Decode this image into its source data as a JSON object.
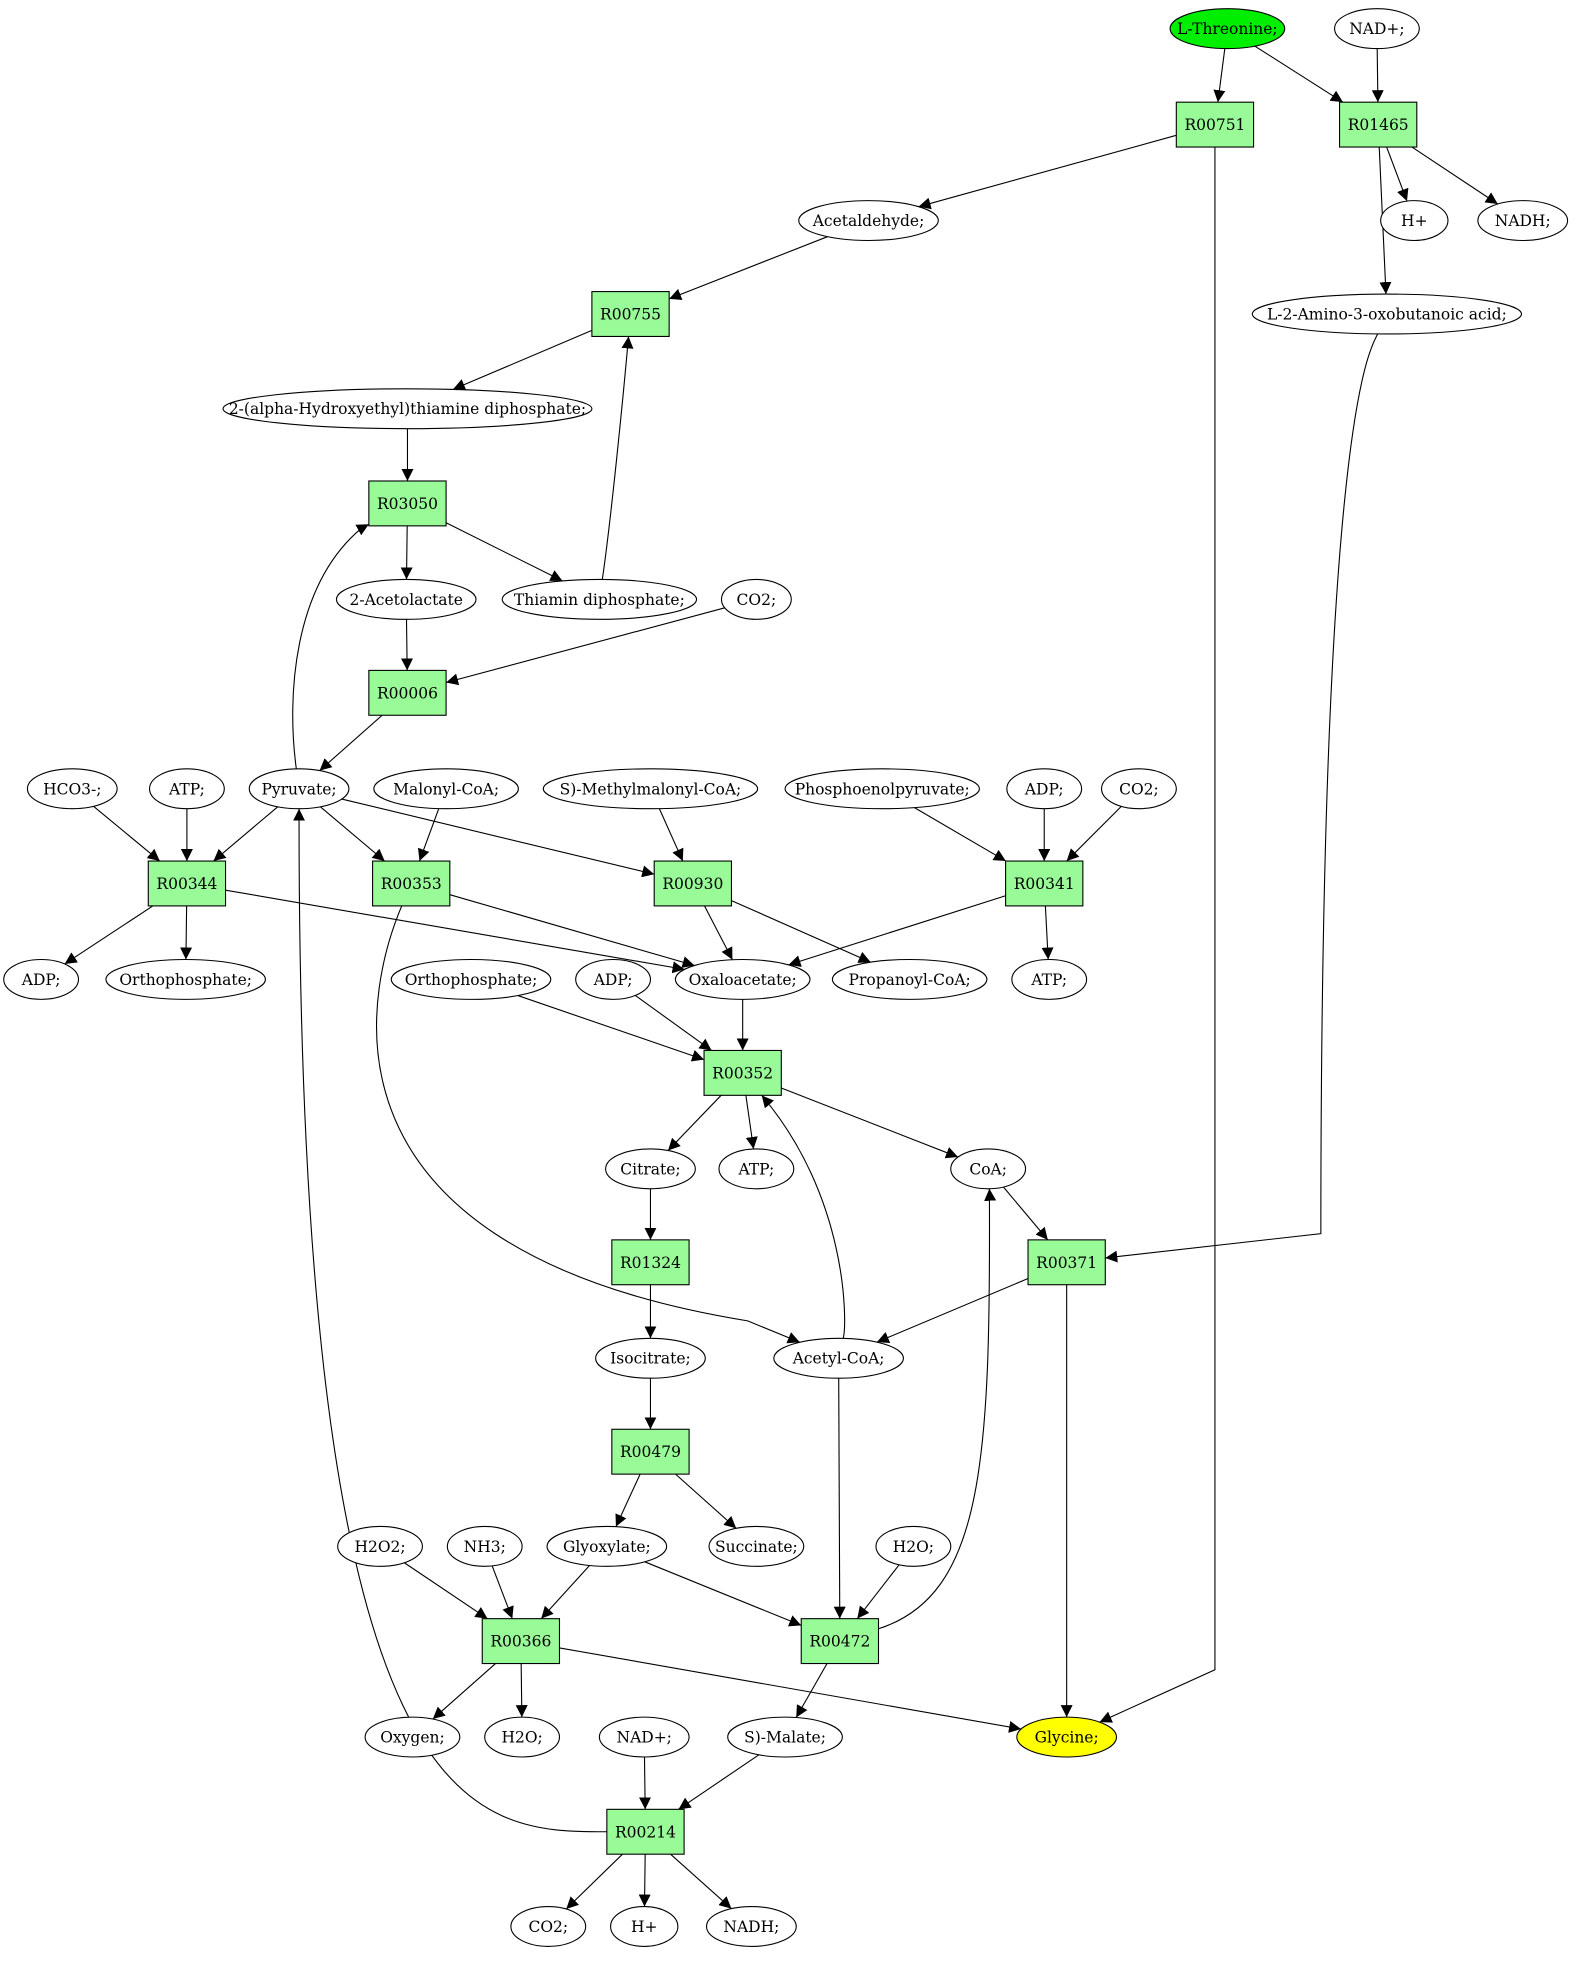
{
  "colors": {
    "reaction": "#98fb98",
    "metabolite": "#ffffff",
    "source": "#00ee00",
    "target": "#ffff00",
    "edge": "#000000"
  },
  "nodes": [
    {
      "id": "thr",
      "label": "L-Threonine;",
      "kind": "source"
    },
    {
      "id": "nad_top",
      "label": "NAD+;",
      "kind": "metabolite"
    },
    {
      "id": "R00751",
      "label": "R00751",
      "kind": "reaction"
    },
    {
      "id": "R01465",
      "label": "R01465",
      "kind": "reaction"
    },
    {
      "id": "acetald",
      "label": "Acetaldehyde;",
      "kind": "metabolite"
    },
    {
      "id": "hplus_top",
      "label": "H+",
      "kind": "metabolite"
    },
    {
      "id": "nadh_top",
      "label": "NADH;",
      "kind": "metabolite"
    },
    {
      "id": "R00755",
      "label": "R00755",
      "kind": "reaction"
    },
    {
      "id": "l2amino",
      "label": "L-2-Amino-3-oxobutanoic acid;",
      "kind": "metabolite"
    },
    {
      "id": "hetpp",
      "label": "2-(alpha-Hydroxyethyl)thiamine diphosphate;",
      "kind": "metabolite"
    },
    {
      "id": "R03050",
      "label": "R03050",
      "kind": "reaction"
    },
    {
      "id": "acetolac",
      "label": "2-Acetolactate",
      "kind": "metabolite"
    },
    {
      "id": "tpp",
      "label": "Thiamin diphosphate;",
      "kind": "metabolite"
    },
    {
      "id": "co2_mid",
      "label": "CO2;",
      "kind": "metabolite"
    },
    {
      "id": "R00006",
      "label": "R00006",
      "kind": "reaction"
    },
    {
      "id": "hco3",
      "label": "HCO3-;",
      "kind": "metabolite"
    },
    {
      "id": "atp1",
      "label": "ATP;",
      "kind": "metabolite"
    },
    {
      "id": "pyr",
      "label": "Pyruvate;",
      "kind": "metabolite"
    },
    {
      "id": "malcoa",
      "label": "Malonyl-CoA;",
      "kind": "metabolite"
    },
    {
      "id": "smmcoa",
      "label": "S)-Methylmalonyl-CoA;",
      "kind": "metabolite"
    },
    {
      "id": "pep",
      "label": "Phosphoenolpyruvate;",
      "kind": "metabolite"
    },
    {
      "id": "adp_r",
      "label": "ADP;",
      "kind": "metabolite"
    },
    {
      "id": "co2_r",
      "label": "CO2;",
      "kind": "metabolite"
    },
    {
      "id": "R00344",
      "label": "R00344",
      "kind": "reaction"
    },
    {
      "id": "R00353",
      "label": "R00353",
      "kind": "reaction"
    },
    {
      "id": "R00930",
      "label": "R00930",
      "kind": "reaction"
    },
    {
      "id": "R00341",
      "label": "R00341",
      "kind": "reaction"
    },
    {
      "id": "adp_l",
      "label": "ADP;",
      "kind": "metabolite"
    },
    {
      "id": "pi_l",
      "label": "Orthophosphate;",
      "kind": "metabolite"
    },
    {
      "id": "pi_m",
      "label": "Orthophosphate;",
      "kind": "metabolite"
    },
    {
      "id": "adp_m",
      "label": "ADP;",
      "kind": "metabolite"
    },
    {
      "id": "oaa",
      "label": "Oxaloacetate;",
      "kind": "metabolite"
    },
    {
      "id": "propcoa",
      "label": "Propanoyl-CoA;",
      "kind": "metabolite"
    },
    {
      "id": "atp_r",
      "label": "ATP;",
      "kind": "metabolite"
    },
    {
      "id": "R00352",
      "label": "R00352",
      "kind": "reaction"
    },
    {
      "id": "citrate",
      "label": "Citrate;",
      "kind": "metabolite"
    },
    {
      "id": "atp_m",
      "label": "ATP;",
      "kind": "metabolite"
    },
    {
      "id": "coa",
      "label": "CoA;",
      "kind": "metabolite"
    },
    {
      "id": "R01324",
      "label": "R01324",
      "kind": "reaction"
    },
    {
      "id": "R00371",
      "label": "R00371",
      "kind": "reaction"
    },
    {
      "id": "isocit",
      "label": "Isocitrate;",
      "kind": "metabolite"
    },
    {
      "id": "accoa",
      "label": "Acetyl-CoA;",
      "kind": "metabolite"
    },
    {
      "id": "R00479",
      "label": "R00479",
      "kind": "reaction"
    },
    {
      "id": "h2o2",
      "label": "H2O2;",
      "kind": "metabolite"
    },
    {
      "id": "nh3",
      "label": "NH3;",
      "kind": "metabolite"
    },
    {
      "id": "glyox",
      "label": "Glyoxylate;",
      "kind": "metabolite"
    },
    {
      "id": "succ",
      "label": "Succinate;",
      "kind": "metabolite"
    },
    {
      "id": "h2o_r",
      "label": "H2O;",
      "kind": "metabolite"
    },
    {
      "id": "R00366",
      "label": "R00366",
      "kind": "reaction"
    },
    {
      "id": "R00472",
      "label": "R00472",
      "kind": "reaction"
    },
    {
      "id": "oxygen",
      "label": "Oxygen;",
      "kind": "metabolite"
    },
    {
      "id": "h2o_l",
      "label": "H2O;",
      "kind": "metabolite"
    },
    {
      "id": "nad_bot",
      "label": "NAD+;",
      "kind": "metabolite"
    },
    {
      "id": "smal",
      "label": "S)-Malate;",
      "kind": "metabolite"
    },
    {
      "id": "gly",
      "label": "Glycine;",
      "kind": "target"
    },
    {
      "id": "R00214",
      "label": "R00214",
      "kind": "reaction"
    },
    {
      "id": "co2_bot",
      "label": "CO2;",
      "kind": "metabolite"
    },
    {
      "id": "hplus_bot",
      "label": "H+",
      "kind": "metabolite"
    },
    {
      "id": "nadh_bot",
      "label": "NADH;",
      "kind": "metabolite"
    }
  ],
  "edges": [
    [
      "thr",
      "R00751"
    ],
    [
      "thr",
      "R01465"
    ],
    [
      "nad_top",
      "R01465"
    ],
    [
      "R00751",
      "acetald"
    ],
    [
      "R00751",
      "gly"
    ],
    [
      "R01465",
      "hplus_top"
    ],
    [
      "R01465",
      "nadh_top"
    ],
    [
      "R01465",
      "l2amino"
    ],
    [
      "acetald",
      "R00755"
    ],
    [
      "R00755",
      "hetpp"
    ],
    [
      "hetpp",
      "R03050"
    ],
    [
      "R03050",
      "acetolac"
    ],
    [
      "R03050",
      "tpp"
    ],
    [
      "tpp",
      "R00755"
    ],
    [
      "acetolac",
      "R00006"
    ],
    [
      "co2_mid",
      "R00006"
    ],
    [
      "R00006",
      "pyr"
    ],
    [
      "pyr",
      "R03050"
    ],
    [
      "hco3",
      "R00344"
    ],
    [
      "atp1",
      "R00344"
    ],
    [
      "pyr",
      "R00344"
    ],
    [
      "pyr",
      "R00353"
    ],
    [
      "malcoa",
      "R00353"
    ],
    [
      "pyr",
      "R00930"
    ],
    [
      "smmcoa",
      "R00930"
    ],
    [
      "pep",
      "R00341"
    ],
    [
      "adp_r",
      "R00341"
    ],
    [
      "co2_r",
      "R00341"
    ],
    [
      "R00344",
      "adp_l"
    ],
    [
      "R00344",
      "pi_l"
    ],
    [
      "R00344",
      "oaa"
    ],
    [
      "R00353",
      "oaa"
    ],
    [
      "R00353",
      "accoa"
    ],
    [
      "R00930",
      "oaa"
    ],
    [
      "R00930",
      "propcoa"
    ],
    [
      "R00341",
      "oaa"
    ],
    [
      "R00341",
      "atp_r"
    ],
    [
      "pi_m",
      "R00352"
    ],
    [
      "adp_m",
      "R00352"
    ],
    [
      "oaa",
      "R00352"
    ],
    [
      "accoa",
      "R00352"
    ],
    [
      "R00352",
      "citrate"
    ],
    [
      "R00352",
      "atp_m"
    ],
    [
      "R00352",
      "coa"
    ],
    [
      "citrate",
      "R01324"
    ],
    [
      "R01324",
      "isocit"
    ],
    [
      "isocit",
      "R00479"
    ],
    [
      "R00479",
      "glyox"
    ],
    [
      "R00479",
      "succ"
    ],
    [
      "coa",
      "R00371"
    ],
    [
      "l2amino",
      "R00371"
    ],
    [
      "R00371",
      "accoa"
    ],
    [
      "R00371",
      "gly"
    ],
    [
      "h2o2",
      "R00366"
    ],
    [
      "nh3",
      "R00366"
    ],
    [
      "glyox",
      "R00366"
    ],
    [
      "glyox",
      "R00472"
    ],
    [
      "h2o_r",
      "R00472"
    ],
    [
      "accoa",
      "R00472"
    ],
    [
      "R00472",
      "coa"
    ],
    [
      "R00472",
      "smal"
    ],
    [
      "R00366",
      "oxygen"
    ],
    [
      "R00366",
      "h2o_l"
    ],
    [
      "R00366",
      "gly"
    ],
    [
      "nad_bot",
      "R00214"
    ],
    [
      "smal",
      "R00214"
    ],
    [
      "R00214",
      "pyr"
    ],
    [
      "R00214",
      "co2_bot"
    ],
    [
      "R00214",
      "hplus_bot"
    ],
    [
      "R00214",
      "nadh_bot"
    ]
  ]
}
